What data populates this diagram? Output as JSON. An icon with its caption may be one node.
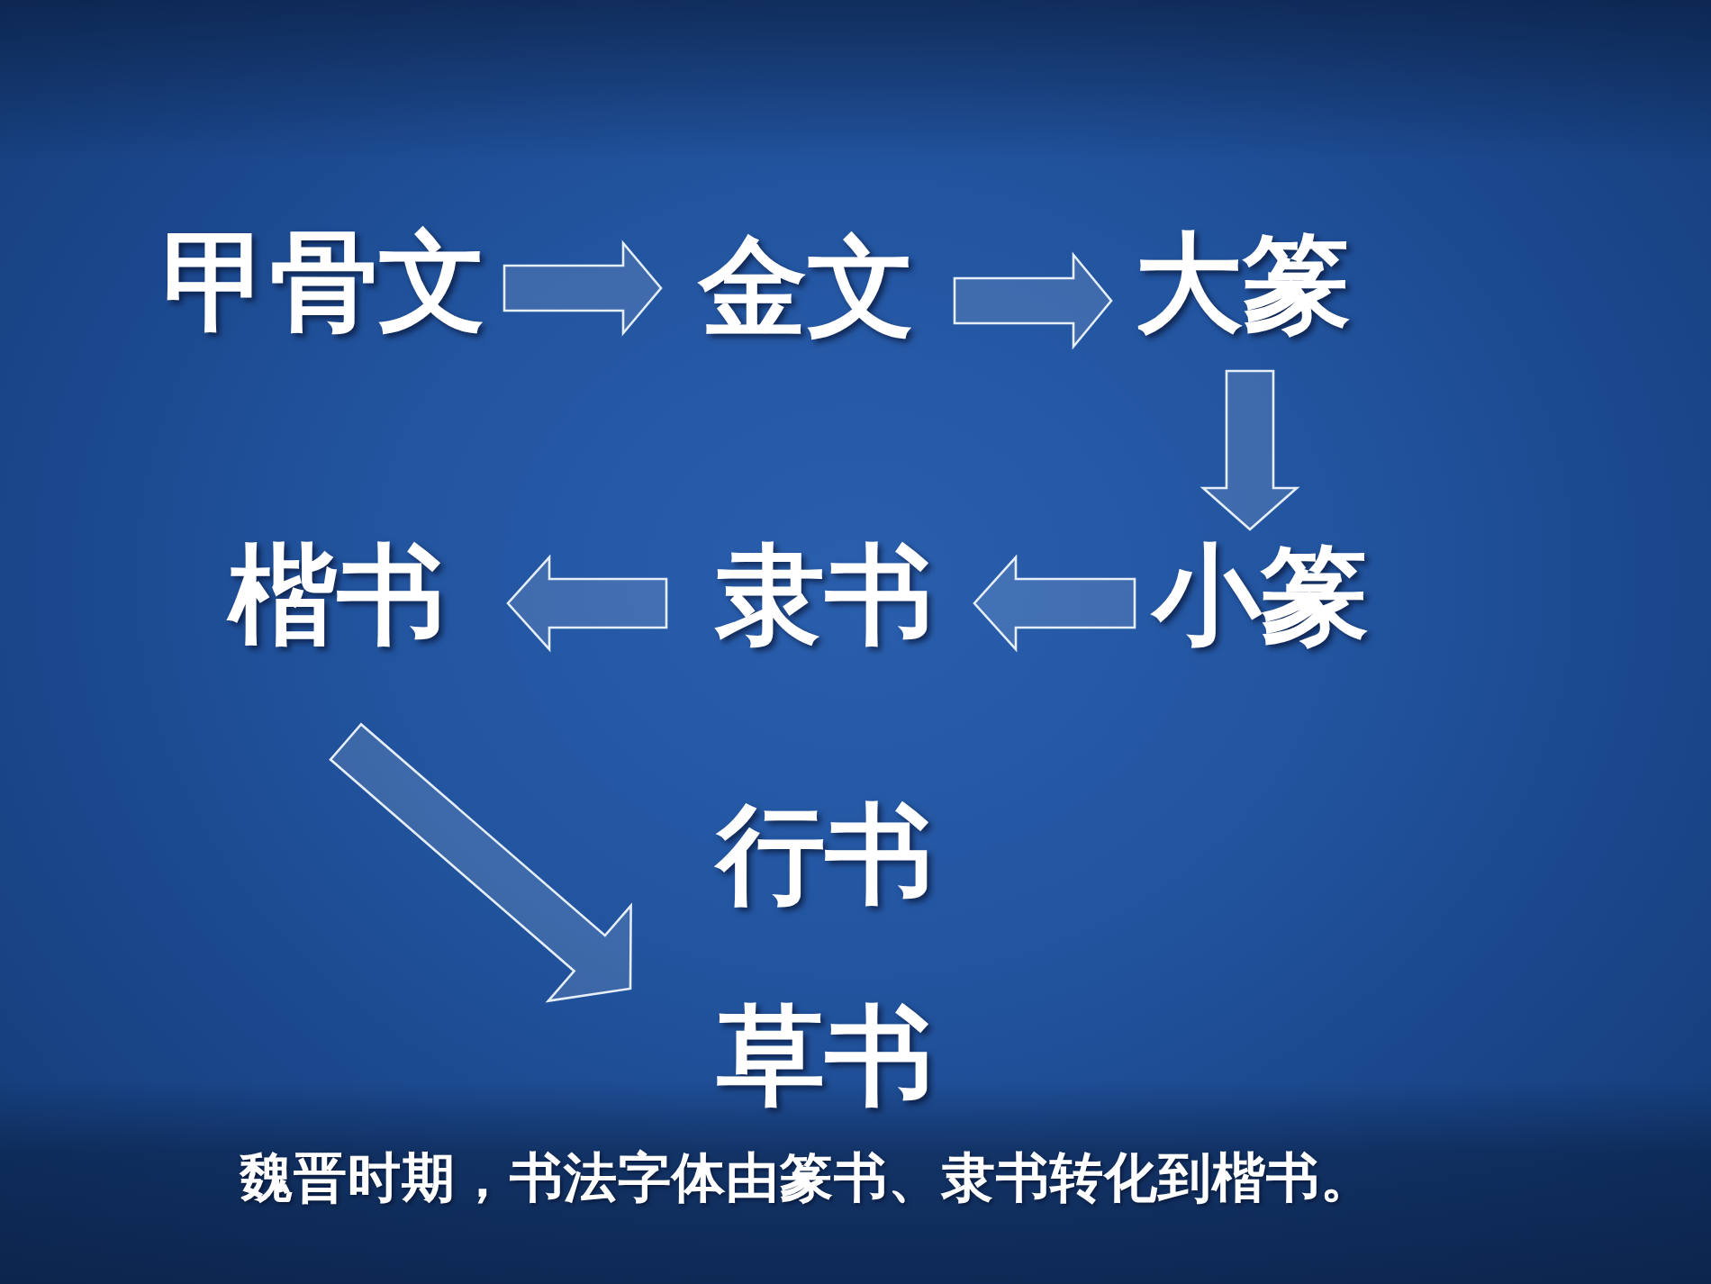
{
  "diagram": {
    "caption": "魏晋时期，书法字体由篆书、隶书转化到楷书。",
    "nodes": [
      {
        "text": [
          "甲骨文"
        ]
      },
      {
        "text": [
          "金文"
        ]
      },
      {
        "text": [
          "大篆"
        ]
      },
      {
        "text": [
          "小篆"
        ]
      },
      {
        "text": [
          "隶书"
        ]
      },
      {
        "text": [
          "楷书"
        ]
      },
      {
        "text": [
          "行书"
        ]
      },
      {
        "text": [
          "草书"
        ]
      }
    ],
    "edges": [
      {
        "from": 0,
        "to": 1,
        "arrow": "to"
      },
      {
        "from": 1,
        "to": 2,
        "arrow": "to"
      },
      {
        "from": 2,
        "to": 3,
        "arrow": "to"
      },
      {
        "from": 3,
        "to": 4,
        "arrow": "to"
      },
      {
        "from": 4,
        "to": 5,
        "arrow": "to"
      },
      {
        "from": 5,
        "to": 7,
        "arrow": "to"
      }
    ]
  }
}
